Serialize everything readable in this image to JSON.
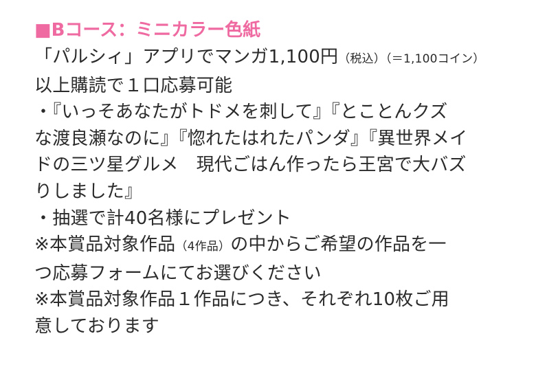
{
  "heading": "■Bコース：ミニカラー色紙",
  "line1": {
    "main": "「パルシィ」アプリでマンガ1,100円",
    "tax": "（税込）",
    "coin": "（＝1,100コイン）"
  },
  "line2": "以上購読で１口応募可能",
  "line3": "・『いっそあなたがトドメを刺して』『とことんクズ",
  "line4": "な渡良瀬なのに』『惚れたはれたパンダ』『異世界メイ",
  "line5a": "ドの三ツ星グルメ",
  "line5b": "現代ごはん作ったら王宮で大バズ",
  "line6": "りしました』",
  "line7": "・抽選で計40名様にプレゼント",
  "line8": {
    "pre": "※本賞品対象作品",
    "paren": "（4作品）",
    "post": "の中からご希望の作品を一"
  },
  "line9": "つ応募フォームにてお選びください",
  "line10": "※本賞品対象作品１作品につき、それぞれ10枚ご用",
  "line11": "意しております",
  "colors": {
    "heading": "#ee6aa1",
    "text": "#2b2b2b"
  }
}
